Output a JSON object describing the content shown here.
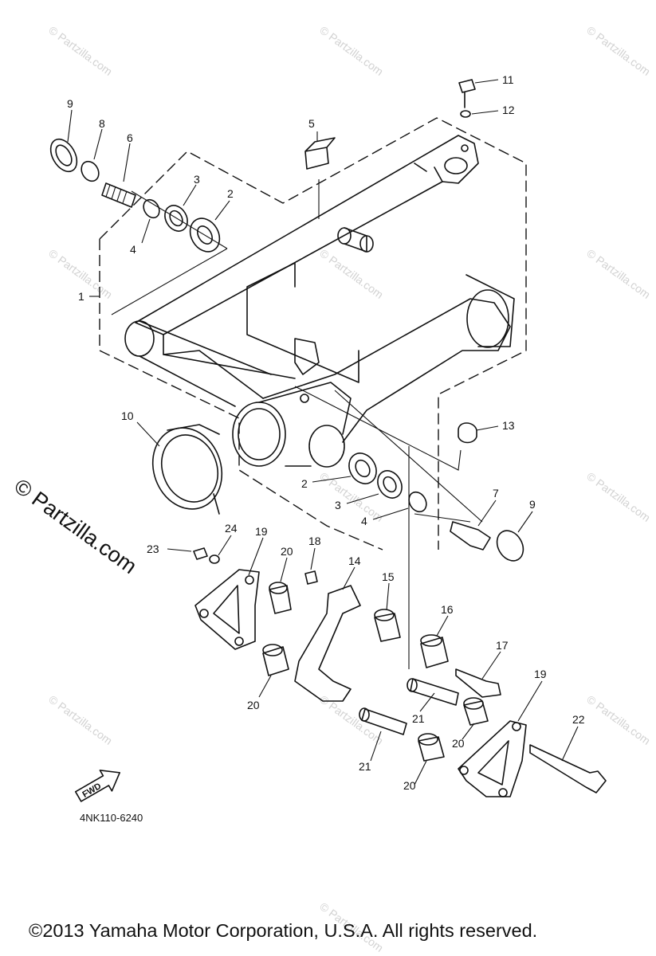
{
  "watermark_text": "© Partzilla.com",
  "side_watermark": "© Partzilla.com",
  "diagram_code": "4NK110-6240",
  "fwd_label": "FWD",
  "copyright": "©2013  Yamaha Motor Corporation, U.S.A. All rights reserved.",
  "callouts": [
    {
      "id": "c9a",
      "text": "9"
    },
    {
      "id": "c8",
      "text": "8"
    },
    {
      "id": "c6",
      "text": "6"
    },
    {
      "id": "c5",
      "text": "5"
    },
    {
      "id": "c11",
      "text": "11"
    },
    {
      "id": "c12",
      "text": "12"
    },
    {
      "id": "c3a",
      "text": "3"
    },
    {
      "id": "c2a",
      "text": "2"
    },
    {
      "id": "c4a",
      "text": "4"
    },
    {
      "id": "c1",
      "text": "1"
    },
    {
      "id": "c10",
      "text": "10"
    },
    {
      "id": "c13",
      "text": "13"
    },
    {
      "id": "c2b",
      "text": "2"
    },
    {
      "id": "c3b",
      "text": "3"
    },
    {
      "id": "c4b",
      "text": "4"
    },
    {
      "id": "c7",
      "text": "7"
    },
    {
      "id": "c9b",
      "text": "9"
    },
    {
      "id": "c23",
      "text": "23"
    },
    {
      "id": "c24",
      "text": "24"
    },
    {
      "id": "c19a",
      "text": "19"
    },
    {
      "id": "c20a",
      "text": "20"
    },
    {
      "id": "c18",
      "text": "18"
    },
    {
      "id": "c14",
      "text": "14"
    },
    {
      "id": "c15",
      "text": "15"
    },
    {
      "id": "c16",
      "text": "16"
    },
    {
      "id": "c17",
      "text": "17"
    },
    {
      "id": "c20b",
      "text": "20"
    },
    {
      "id": "c21a",
      "text": "21"
    },
    {
      "id": "c19b",
      "text": "19"
    },
    {
      "id": "c20c",
      "text": "20"
    },
    {
      "id": "c22",
      "text": "22"
    },
    {
      "id": "c21b",
      "text": "21"
    },
    {
      "id": "c20d",
      "text": "20"
    }
  ]
}
